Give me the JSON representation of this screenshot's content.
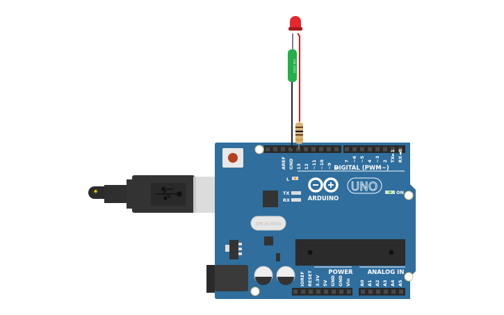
{
  "board": {
    "name": "ARDUINO",
    "model": "UNO",
    "color": "#2f6e9d",
    "digital_title": "DIGITAL (PWM~)",
    "power_title": "POWER",
    "analog_title": "ANALOG IN",
    "on_label": "ON",
    "l_label": "L",
    "tx_label": "TX",
    "rx_label": "RX",
    "crystal_label": "SPK16.000G",
    "top_left_pins": [
      "AREF",
      "GND",
      "13",
      "12",
      "~11",
      "~10",
      "~9",
      "8"
    ],
    "top_right_pins": [
      "7",
      "~6",
      "~5",
      "4",
      "~3",
      "2",
      "TX►1",
      "RX◄0"
    ],
    "power_pins": [
      "IOREF",
      "RESET",
      "3.3V",
      "5V",
      "GND",
      "GND",
      "Vin"
    ],
    "analog_pins": [
      "A0",
      "A1",
      "A2",
      "A3",
      "A4",
      "A5"
    ]
  },
  "components": {
    "led": {
      "color": "#e8262b"
    },
    "reed_switch": {
      "label": "SW 2000",
      "color": "#22b04b"
    },
    "resistor": {
      "color": "#d9b27a"
    },
    "wires": {
      "cathode": "#222222",
      "anode": "#e0161b"
    }
  }
}
